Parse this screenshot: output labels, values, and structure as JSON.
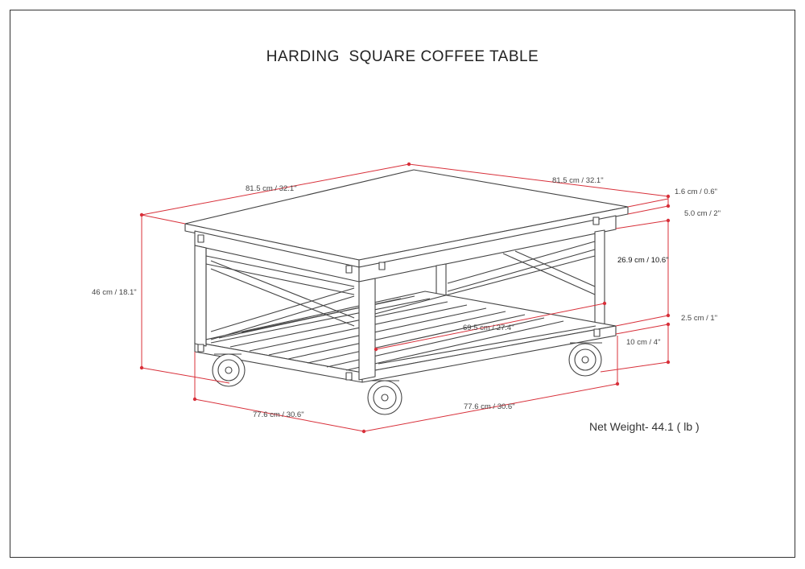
{
  "title": "HARDING  SQUARE COFFEE TABLE",
  "net_weight": "Net Weight- 44.1 ( lb )",
  "colors": {
    "dimension_line": "#d8303a",
    "drawing_line": "#444444",
    "frame": "#333333"
  },
  "dimensions": {
    "top_left_width": "81.5 cm / 32.1\"",
    "top_right_width": "81.5 cm / 32.1\"",
    "top_thickness": "1.6 cm / 0.6\"",
    "apron_height": "5.0 cm / 2\"",
    "leg_clearance": "26.9 cm / 10.6\"",
    "shelf_thickness": "2.5 cm / 1\"",
    "caster_height": "10 cm / 4\"",
    "overall_height": "46 cm / 18.1\"",
    "base_left_width": "77.6 cm / 30.6\"",
    "base_right_width": "77.6 cm / 30.6\"",
    "shelf_diagonal": "69.5 cm / 27.4\""
  }
}
